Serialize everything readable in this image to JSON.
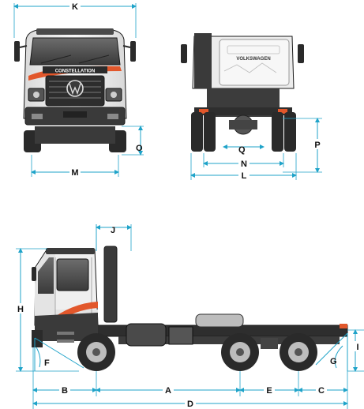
{
  "labels": {
    "K": "K",
    "M": "M",
    "O": "O",
    "Q": "Q",
    "N": "N",
    "L": "L",
    "P": "P",
    "J": "J",
    "H": "H",
    "F": "F",
    "G": "G",
    "I": "I",
    "B": "B",
    "A": "A",
    "E": "E",
    "C": "C",
    "D": "D"
  },
  "branding": {
    "front_badge": "CONSTELLATION",
    "rear_badge": "VOLKSWAGEN"
  },
  "colors": {
    "dimension": "#1fa3c9",
    "accent": "#e2572b",
    "dark": "#2b2b2b",
    "cab_white": "#f2f2f2"
  }
}
